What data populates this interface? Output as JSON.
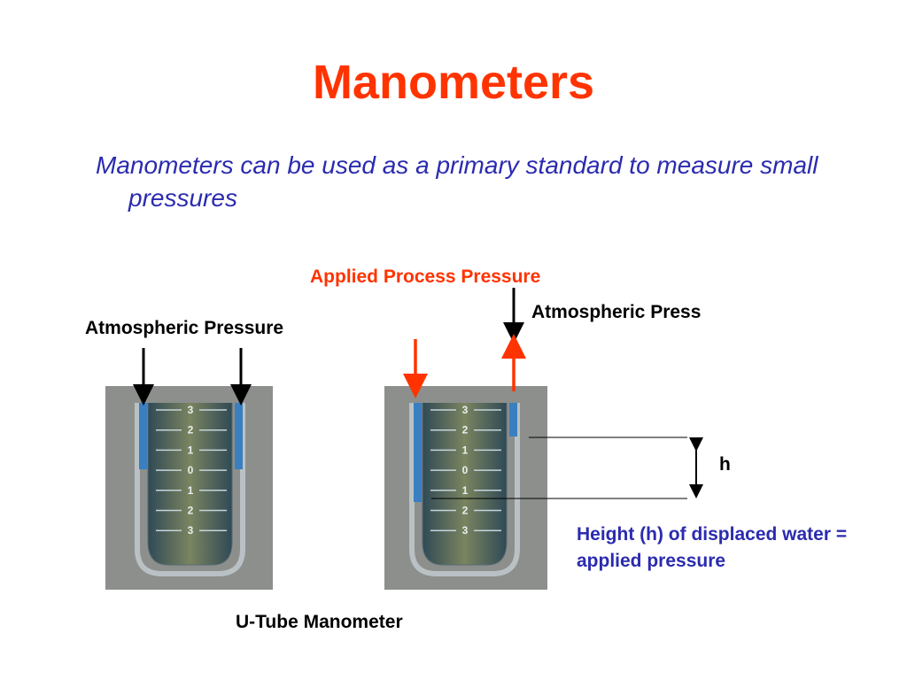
{
  "slide": {
    "title": "Manometers",
    "subtitle": "Manometers can be used as a primary standard to measure small pressures"
  },
  "labels": {
    "applied_pressure": "Applied Process Pressure",
    "atmospheric_left": "Atmospheric Pressure",
    "atmospheric_right": "Atmospheric Press",
    "h": "h",
    "height_note": "Height  (h) of displaced water  = applied pressure",
    "caption": "U-Tube Manometer"
  },
  "scale": [
    "3",
    "2",
    "1",
    "0",
    "1",
    "2",
    "3"
  ],
  "colors": {
    "title": "#ff3300",
    "text_blue": "#2b2bb0",
    "applied_arrow": "#ff3300",
    "atmos_arrow": "#000000",
    "panel": "#8c8f8c",
    "tube_liquid": "#3a7fc0",
    "tube_inner": "#2f4a56"
  }
}
